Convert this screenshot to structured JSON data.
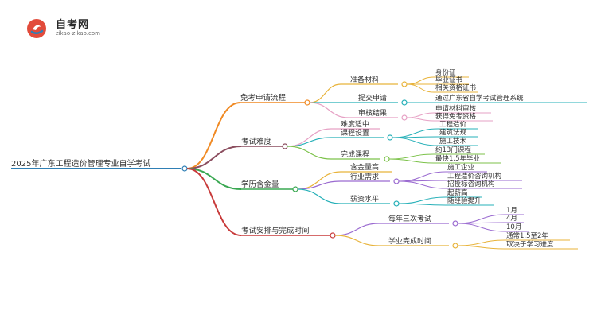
{
  "brand": {
    "title": "自考网",
    "url": "zikao-zikao.com"
  },
  "colors": {
    "root": "#2f7fb5",
    "b1": "#f08a24",
    "b2": "#8b4d5e",
    "b3": "#3aa852",
    "b4": "#c83a3a",
    "leaf_orange": "#e8b33a",
    "leaf_pink": "#e6a0c4",
    "leaf_teal": "#26b0b8",
    "leaf_green": "#7cc24a",
    "leaf_purple": "#9a6ad0",
    "leaf_blue": "#3a8fd8"
  },
  "mindmap": {
    "root": "2025年广东工程造价管理专业自学考试",
    "branches": [
      {
        "label": "免考申请流程",
        "children": [
          {
            "label": "准备材料",
            "children": [
              "身份证",
              "毕业证书",
              "相关资格证书"
            ]
          },
          {
            "label": "提交申请",
            "children": [
              "通过广东省自学考试管理系统"
            ]
          },
          {
            "label": "审核结果",
            "children": [
              "申请材料审核",
              "获得免考资格"
            ]
          }
        ]
      },
      {
        "label": "考试难度",
        "children": [
          {
            "label": "难度适中",
            "children": []
          },
          {
            "label": "课程设置",
            "children": [
              "工程造价",
              "建筑法规",
              "施工技术"
            ]
          },
          {
            "label": "完成课程",
            "children": [
              "约13门课程",
              "最快1.5年毕业"
            ]
          }
        ]
      },
      {
        "label": "学历含金量",
        "children": [
          {
            "label": "含金量高",
            "children": []
          },
          {
            "label": "行业需求",
            "children": [
              "施工企业",
              "工程造价咨询机构",
              "招投标咨询机构"
            ]
          },
          {
            "label": "薪资水平",
            "children": [
              "起薪高",
              "随经验提升"
            ]
          }
        ]
      },
      {
        "label": "考试安排与完成时间",
        "children": [
          {
            "label": "每年三次考试",
            "children": [
              "1月",
              "4月",
              "10月"
            ]
          },
          {
            "label": "学业完成时间",
            "children": [
              "通常1.5至2年",
              "取决于学习进度"
            ]
          }
        ]
      }
    ]
  }
}
